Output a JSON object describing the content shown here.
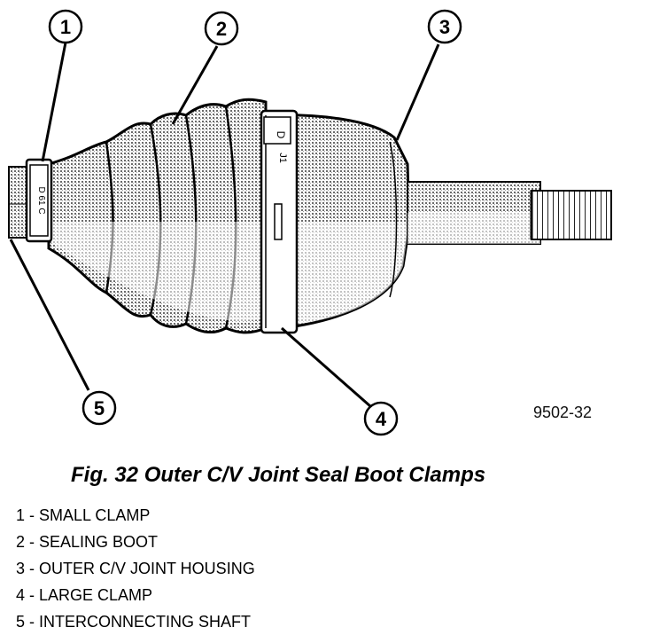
{
  "figure": {
    "code": "9502-32",
    "caption": "Fig. 32 Outer C/V Joint Seal Boot Clamps",
    "callouts": [
      "1",
      "2",
      "3",
      "4",
      "5"
    ],
    "clamp_markings": {
      "small": "D 61 C",
      "large_top": "D",
      "large_mid": "J1"
    }
  },
  "legend": [
    "1 - SMALL CLAMP",
    "2 - SEALING BOOT",
    "3 - OUTER C/V JOINT HOUSING",
    "4 - LARGE CLAMP",
    "5 - INTERCONNECTING SHAFT"
  ]
}
